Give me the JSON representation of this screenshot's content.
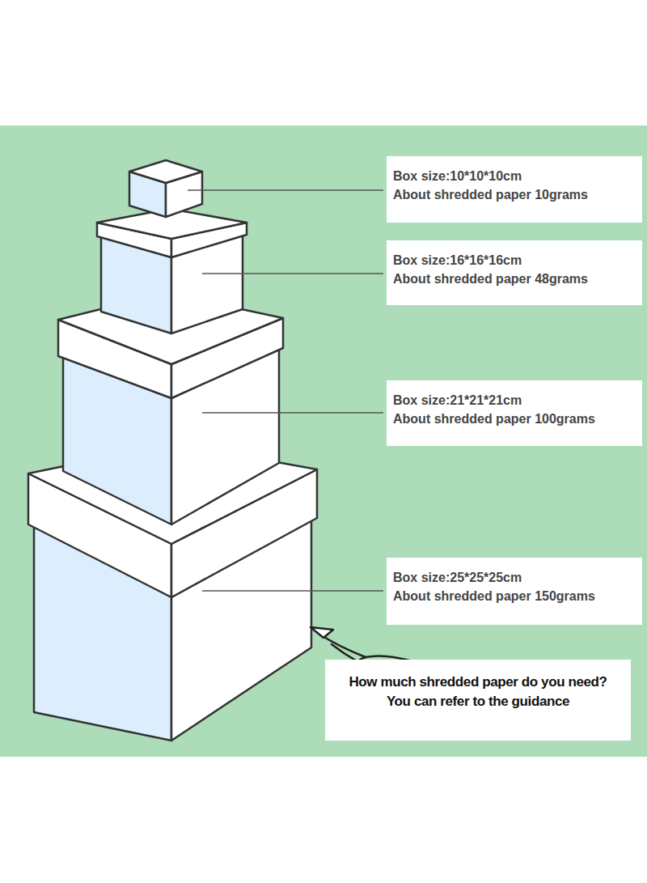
{
  "diagram": {
    "nodes": [
      {
        "text": [
          "Box size:10*10*10cm",
          "About shredded paper 10grams"
        ]
      },
      {
        "text": [
          "Box size:16*16*16cm",
          "About shredded paper 48grams"
        ]
      },
      {
        "text": [
          "Box size:21*21*21cm",
          "About shredded paper 100grams"
        ]
      },
      {
        "text": [
          "Box size:25*25*25cm",
          "About shredded paper 150grams"
        ]
      },
      {
        "text": [
          "How much shredded paper do you need?",
          "You can refer to the guidance"
        ]
      }
    ]
  }
}
